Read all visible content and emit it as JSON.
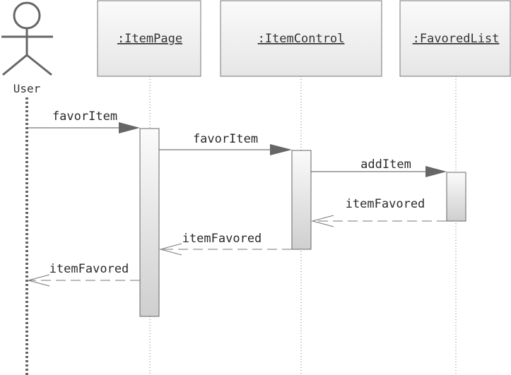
{
  "actor": {
    "name": "User"
  },
  "lifelines": [
    {
      "id": "itempage",
      "label": ":ItemPage"
    },
    {
      "id": "itemcontrol",
      "label": ":ItemControl"
    },
    {
      "id": "favoredlist",
      "label": ":FavoredList"
    }
  ],
  "messages": [
    {
      "from": "User",
      "to": ":ItemPage",
      "label": "favorItem",
      "kind": "call"
    },
    {
      "from": ":ItemPage",
      "to": ":ItemControl",
      "label": "favorItem",
      "kind": "call"
    },
    {
      "from": ":ItemControl",
      "to": ":FavoredList",
      "label": "addItem",
      "kind": "call"
    },
    {
      "from": ":FavoredList",
      "to": ":ItemControl",
      "label": "itemFavored",
      "kind": "return"
    },
    {
      "from": ":ItemControl",
      "to": ":ItemPage",
      "label": "itemFavored",
      "kind": "return"
    },
    {
      "from": ":ItemPage",
      "to": "User",
      "label": "itemFavored",
      "kind": "return"
    }
  ],
  "colors": {
    "line": "#555555",
    "box_border": "#666666",
    "box_fill_top": "#f4f4f4",
    "box_fill_bottom": "#d9d9d9",
    "arrow_fill": "#666666",
    "actor_line": "#666666"
  }
}
